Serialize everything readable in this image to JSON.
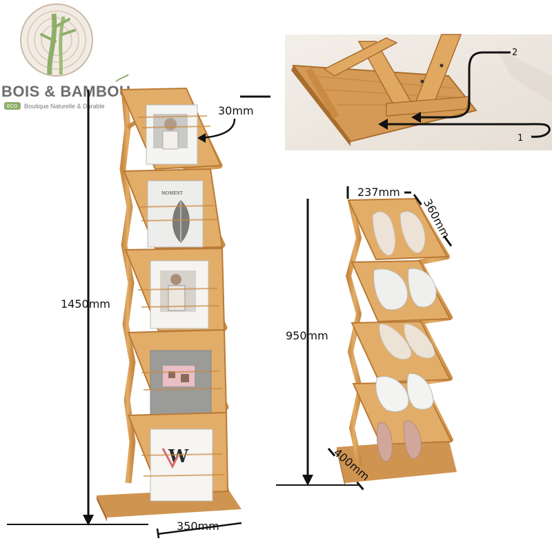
{
  "logo": {
    "brand": "BOIS & BAMBOU",
    "eco_badge": "ECO",
    "tagline": "Boutique Naturelle & Durable"
  },
  "dimensions": {
    "tall_height": "1450mm",
    "tall_width": "350mm",
    "slat_gap": "30mm",
    "short_height": "950mm",
    "short_width": "237mm",
    "short_depth_top": "360mm",
    "short_depth_bottom": "400mm"
  },
  "callouts": {
    "label_1": "1",
    "label_2": "2"
  },
  "books": {
    "book2_title": "MOMENT",
    "book5_letter": "W"
  },
  "colors": {
    "bamboo": "#d9a15a",
    "bamboo_dark": "#b87a36",
    "bamboo_light": "#ecc48a",
    "logo_gray": "#6d6d6d",
    "logo_green": "#8fae6a"
  }
}
